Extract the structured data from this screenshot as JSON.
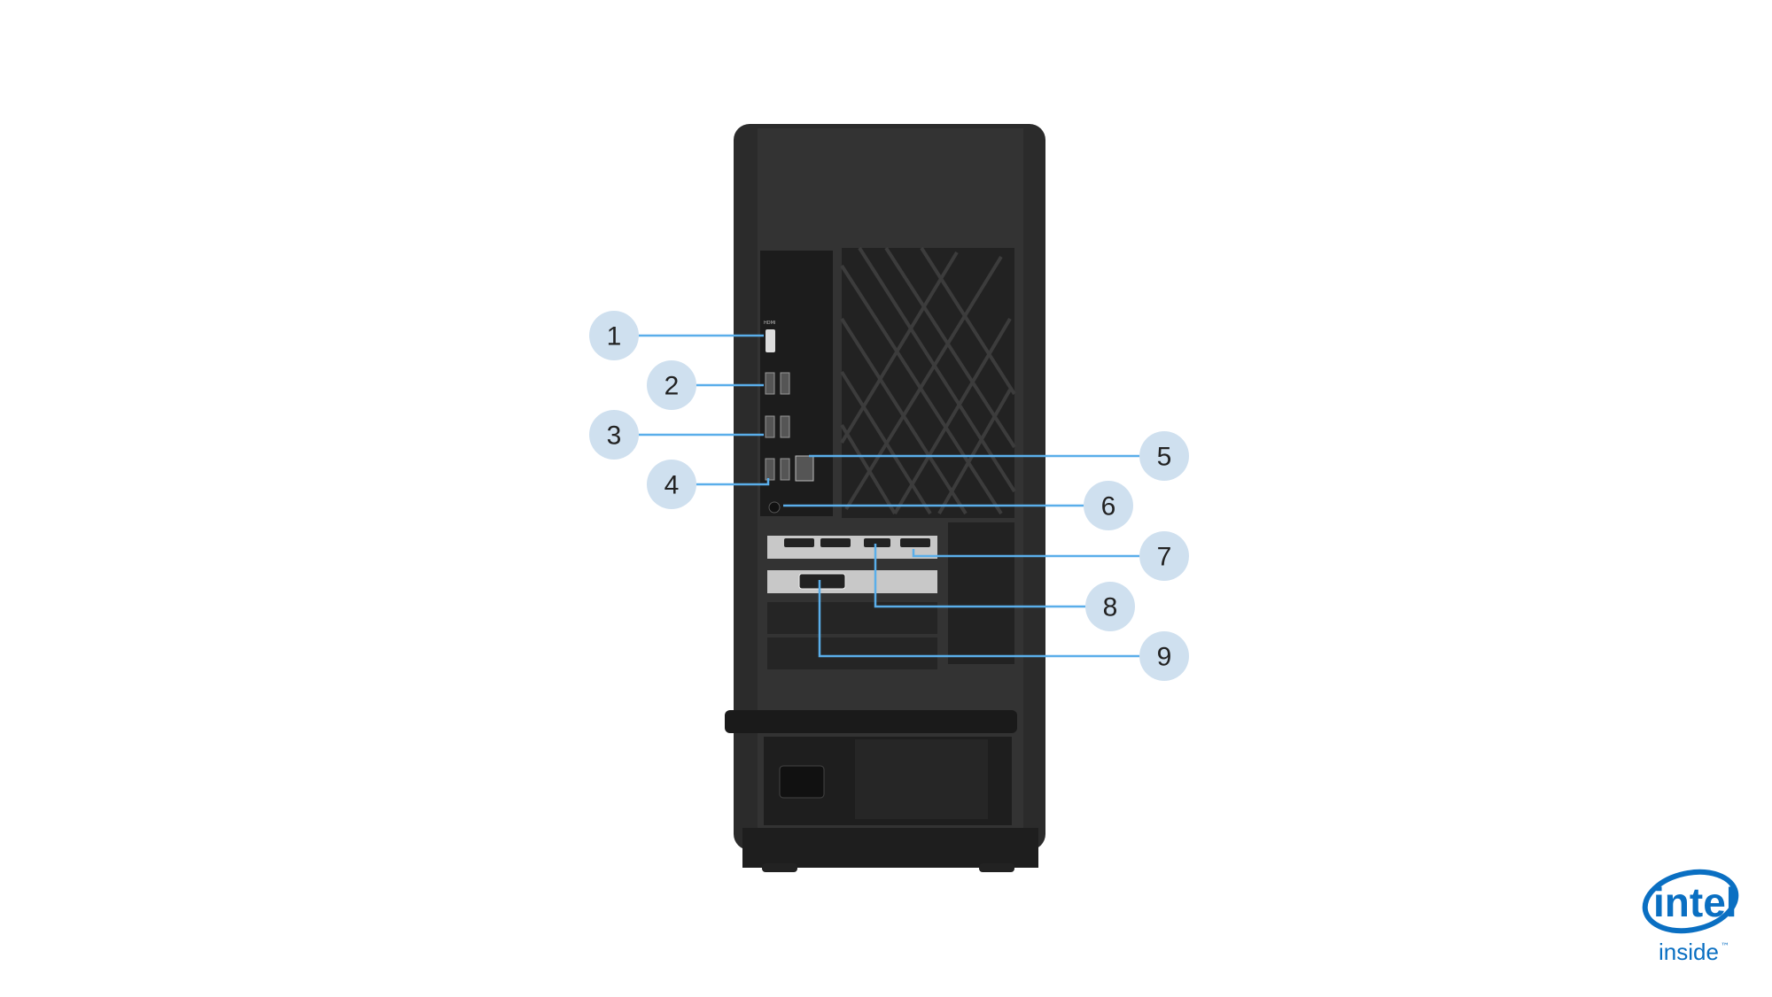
{
  "product": {
    "view": "rear",
    "port_labels": {
      "hdmi": "HDMI"
    }
  },
  "callouts": [
    {
      "number": "1"
    },
    {
      "number": "2"
    },
    {
      "number": "3"
    },
    {
      "number": "4"
    },
    {
      "number": "5"
    },
    {
      "number": "6"
    },
    {
      "number": "7"
    },
    {
      "number": "8"
    },
    {
      "number": "9"
    }
  ],
  "colors": {
    "callout_fill": "#cfe0ef",
    "callout_line": "#5aaeea",
    "chassis": "#2a2a2a",
    "intel_blue": "#0a6fc2"
  },
  "logo": {
    "brand": "intel",
    "tagline": "inside",
    "tm": "™"
  }
}
